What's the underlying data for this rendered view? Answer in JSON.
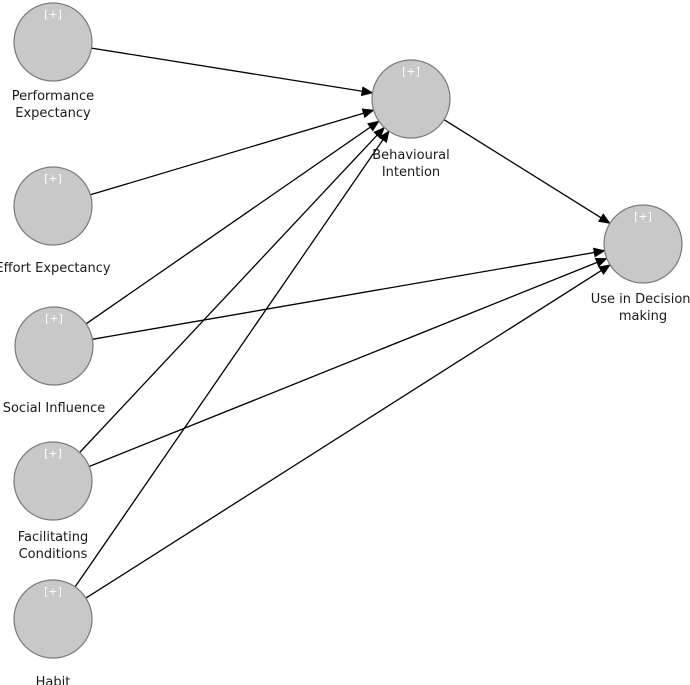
{
  "nodes": [
    {
      "id": "pe",
      "label_lines": [
        "Performance",
        "Expectancy"
      ],
      "expand": "[+]"
    },
    {
      "id": "ee",
      "label_lines": [
        "Effort Expectancy"
      ],
      "expand": "[+]"
    },
    {
      "id": "si",
      "label_lines": [
        "Social Influence"
      ],
      "expand": "[+]"
    },
    {
      "id": "fc",
      "label_lines": [
        "Facilitating",
        "Conditions"
      ],
      "expand": "[+]"
    },
    {
      "id": "hb",
      "label_lines": [
        "Habit"
      ],
      "expand": "[+]"
    },
    {
      "id": "bi",
      "label_lines": [
        "Behavioural",
        "Intention"
      ],
      "expand": "[+]"
    },
    {
      "id": "ud",
      "label_lines": [
        "Use in Decision-",
        "making"
      ],
      "expand": "[+]"
    }
  ],
  "edges": [
    {
      "from": "pe",
      "to": "bi"
    },
    {
      "from": "ee",
      "to": "bi"
    },
    {
      "from": "si",
      "to": "bi"
    },
    {
      "from": "fc",
      "to": "bi"
    },
    {
      "from": "hb",
      "to": "bi"
    },
    {
      "from": "bi",
      "to": "ud"
    },
    {
      "from": "si",
      "to": "ud"
    },
    {
      "from": "fc",
      "to": "ud"
    },
    {
      "from": "hb",
      "to": "ud"
    }
  ]
}
